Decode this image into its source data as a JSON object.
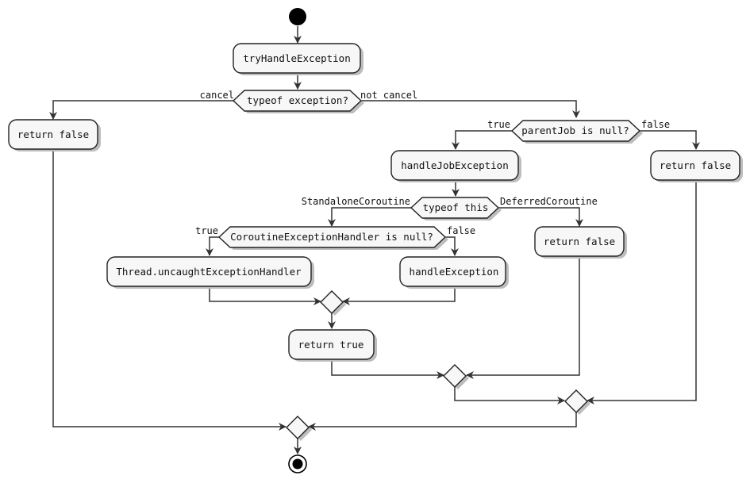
{
  "nodes": {
    "try_handle": "tryHandleException",
    "typeof_exception": "typeof exception?",
    "return_false_cancel": "return false",
    "parent_job_null": "parentJob is null?",
    "handle_job_exception": "handleJobException",
    "return_false_parent": "return false",
    "typeof_this": "typeof this",
    "return_false_deferred": "return false",
    "handler_null": "CoroutineExceptionHandler is null?",
    "thread_handler": "Thread.uncaughtExceptionHandler",
    "handle_exception": "handleException",
    "return_true": "return true"
  },
  "edge_labels": {
    "cancel": "cancel",
    "not_cancel": "not cancel",
    "parent_true": "true",
    "parent_false": "false",
    "standalone": "StandaloneCoroutine",
    "deferred": "DeferredCoroutine",
    "handler_true": "true",
    "handler_false": "false"
  }
}
